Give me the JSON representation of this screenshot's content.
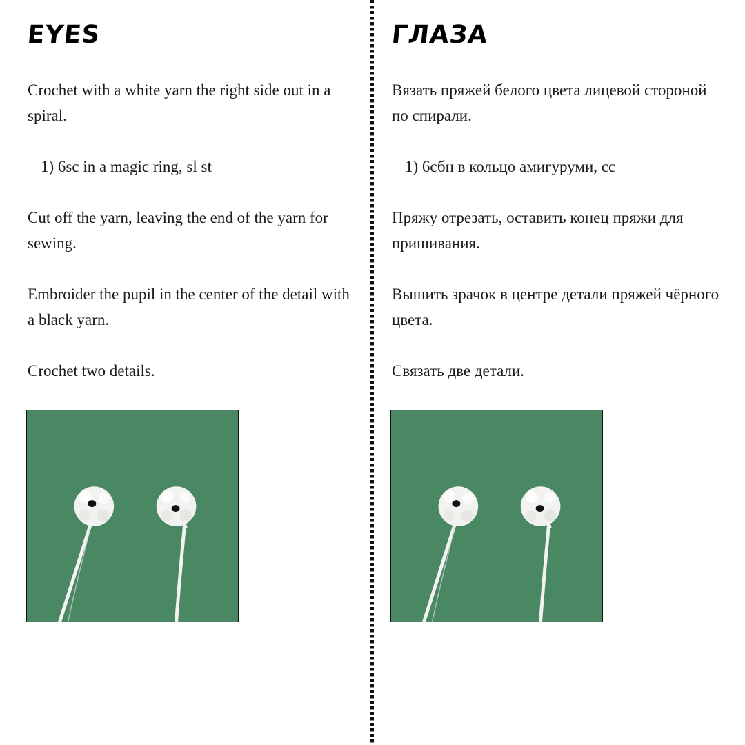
{
  "english": {
    "heading": "EYES",
    "paragraphs": [
      "Crochet with a white yarn the right side out in a spiral.",
      "1) 6sc in a magic ring, sl st",
      "Cut off the yarn, leaving the end of the yarn for sewing.",
      "Embroider the pupil in the center of the detail with a black yarn.",
      "Crochet two details."
    ]
  },
  "russian": {
    "heading": "ГЛАЗА",
    "paragraphs": [
      "Вязать пряжей белого цвета лицевой стороной по спирали.",
      "1) 6сбн в кольцо амигуруми, сс",
      "Пряжу отрезать, оставить конец пряжи для пришивания.",
      "Вышить зрачок в центре детали пряжей чёрного цвета.",
      "Связать две детали."
    ]
  },
  "colors": {
    "photo_background": "#4e8c68",
    "yarn": "#f2f2f0",
    "pupil": "#111111"
  }
}
